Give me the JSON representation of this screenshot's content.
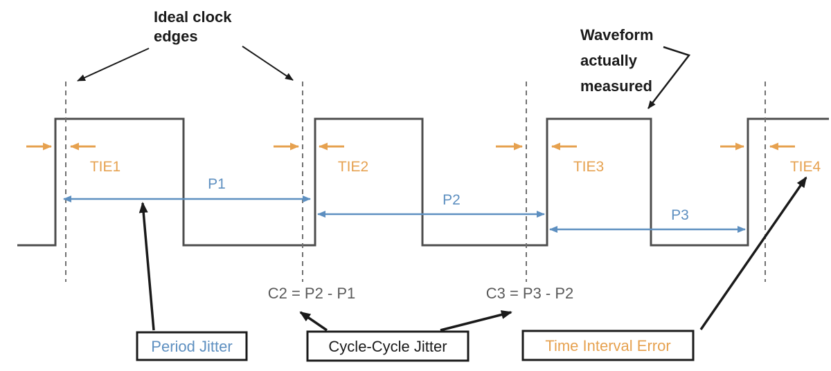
{
  "diagram": {
    "title": "Clock jitter timing diagram",
    "annotations": {
      "ideal1": "Ideal clock",
      "ideal2": "edges",
      "meas1": "Waveform",
      "meas2": "actually",
      "meas3": "measured"
    },
    "tie": [
      "TIE1",
      "TIE2",
      "TIE3",
      "TIE4"
    ],
    "periods": [
      "P1",
      "P2",
      "P3"
    ],
    "formulas": {
      "c2": "C2 = P2 - P1",
      "c3": "C3 = P3 - P2"
    },
    "boxes": {
      "period": "Period Jitter",
      "cycle": "Cycle-Cycle Jitter",
      "tie": "Time Interval Error"
    },
    "colors": {
      "waveform": "#4d4d4d",
      "ideal_edge_dash": "#707070",
      "orange": "#e6a14f",
      "blue": "#5d8fc0",
      "formula_gray": "#5a5a5a",
      "black": "#1a1a1a"
    }
  }
}
